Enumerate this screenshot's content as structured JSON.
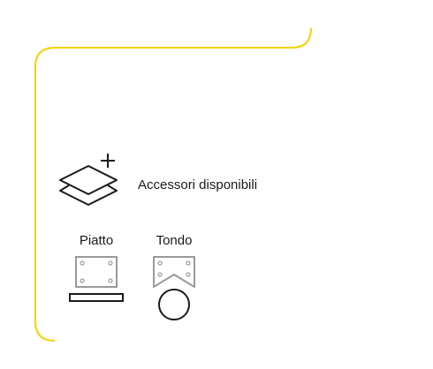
{
  "colors": {
    "frame_accent": "#f2d300",
    "icon_stroke": "#1a1a1a",
    "plate_stroke": "#9a9a9a"
  },
  "accessories": {
    "label": "Accessori disponibili",
    "icon": "layers-plus-icon"
  },
  "options": [
    {
      "label": "Piatto",
      "icon": "flat-plate-icon"
    },
    {
      "label": "Tondo",
      "icon": "round-plate-icon"
    }
  ]
}
